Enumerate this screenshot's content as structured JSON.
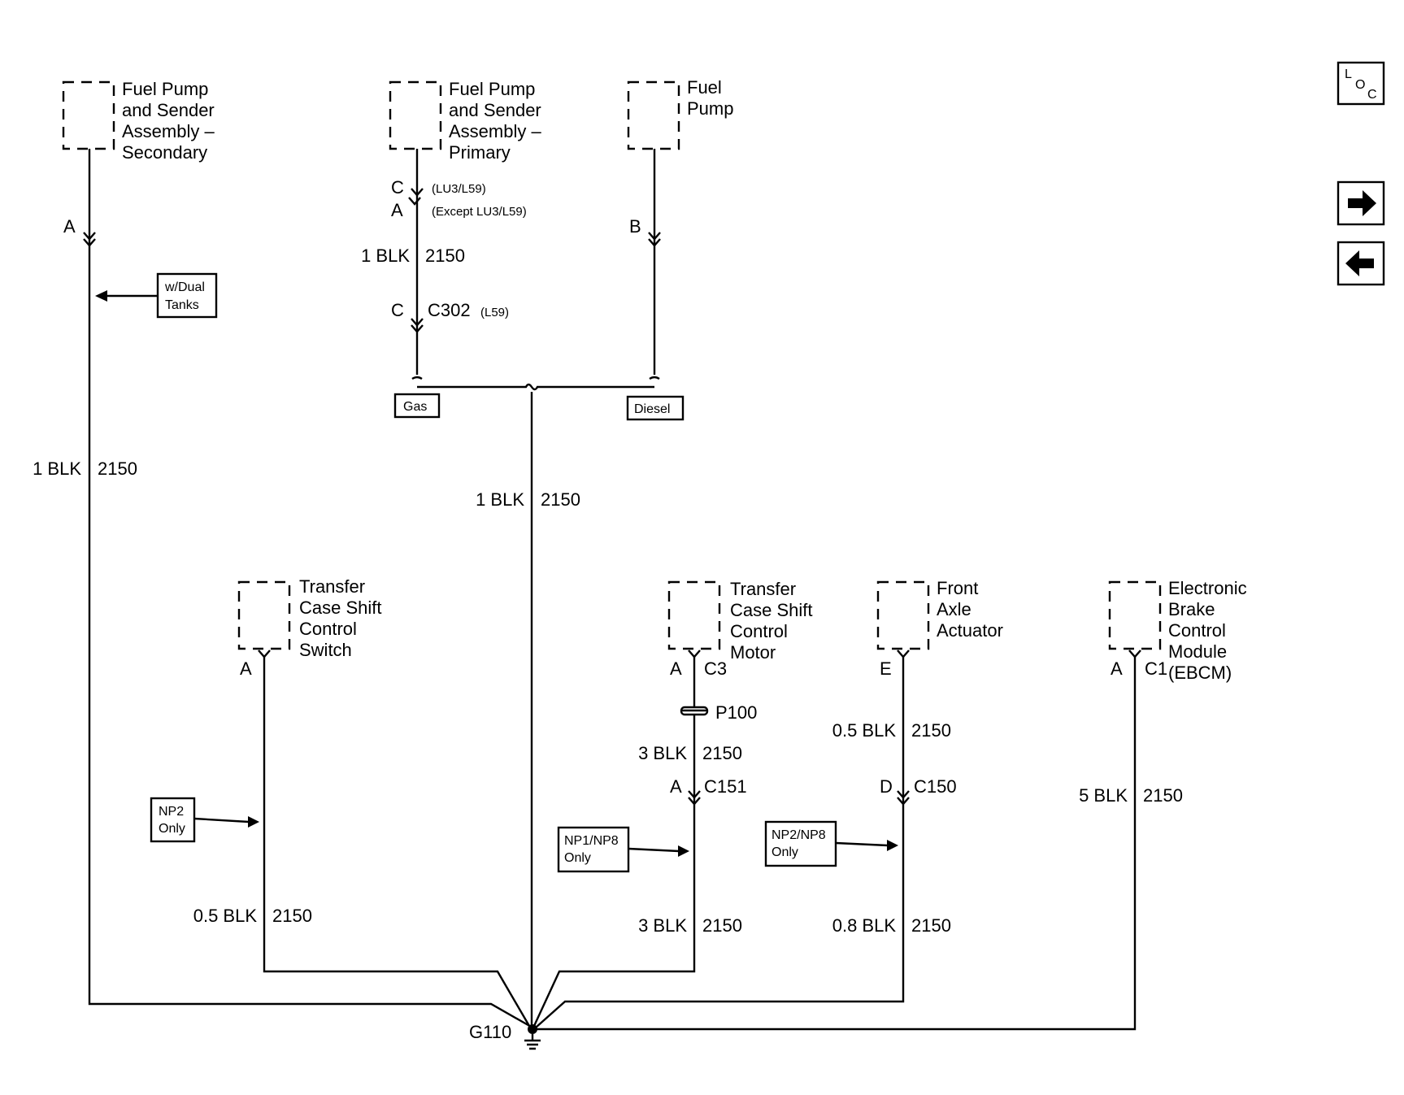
{
  "components": {
    "fuel_pump_secondary": [
      "Fuel Pump",
      "and Sender",
      "Assembly –",
      "Secondary"
    ],
    "fuel_pump_primary": [
      "Fuel Pump",
      "and Sender",
      "Assembly –",
      "Primary"
    ],
    "fuel_pump": [
      "Fuel",
      "Pump"
    ],
    "tcs_switch": [
      "Transfer",
      "Case Shift",
      "Control",
      "Switch"
    ],
    "tcs_motor": [
      "Transfer",
      "Case Shift",
      "Control",
      "Motor"
    ],
    "front_axle": [
      "Front",
      "Axle",
      "Actuator"
    ],
    "ebcm": [
      "Electronic",
      "Brake",
      "Control",
      "Module",
      "(EBCM)"
    ]
  },
  "pins": {
    "sec_a": "A",
    "pri_c": "C",
    "pri_c_note": "(LU3/L59)",
    "pri_a": "A",
    "pri_a_note": "(Except LU3/L59)",
    "pump_b": "B",
    "c302_pin": "C",
    "c302": "C302",
    "c302_note": "(L59)",
    "tcs_switch_a": "A",
    "tcs_motor_a": "A",
    "tcs_motor_conn": "C3",
    "p100": "P100",
    "c151_pin": "A",
    "c151": "C151",
    "axle_e": "E",
    "c150_pin": "D",
    "c150": "C150",
    "ebcm_a": "A",
    "ebcm_conn": "C1"
  },
  "wires": {
    "sec_gauge": "1 BLK",
    "sec_circuit": "2150",
    "pri_gauge": "1 BLK",
    "pri_circuit": "2150",
    "main_gauge": "1 BLK",
    "main_circuit": "2150",
    "switch_gauge": "0.5 BLK",
    "switch_circuit": "2150",
    "motor_upper_gauge": "3 BLK",
    "motor_upper_circuit": "2150",
    "motor_lower_gauge": "3 BLK",
    "motor_lower_circuit": "2150",
    "axle_upper_gauge": "0.5 BLK",
    "axle_upper_circuit": "2150",
    "axle_lower_gauge": "0.8 BLK",
    "axle_lower_circuit": "2150",
    "ebcm_gauge": "5 BLK",
    "ebcm_circuit": "2150"
  },
  "notes": {
    "dual_tanks": [
      "w/Dual",
      "Tanks"
    ],
    "np2_only": [
      "NP2",
      "Only"
    ],
    "np1_np8_only": [
      "NP1/NP8",
      "Only"
    ],
    "np2_np8_only": [
      "NP2/NP8",
      "Only"
    ],
    "gas": "Gas",
    "diesel": "Diesel"
  },
  "ground": "G110",
  "nav": {
    "loc_top": "L",
    "loc_mid": "O",
    "loc_bot": "C",
    "next_icon": "right-arrow-icon",
    "prev_icon": "left-arrow-icon"
  }
}
